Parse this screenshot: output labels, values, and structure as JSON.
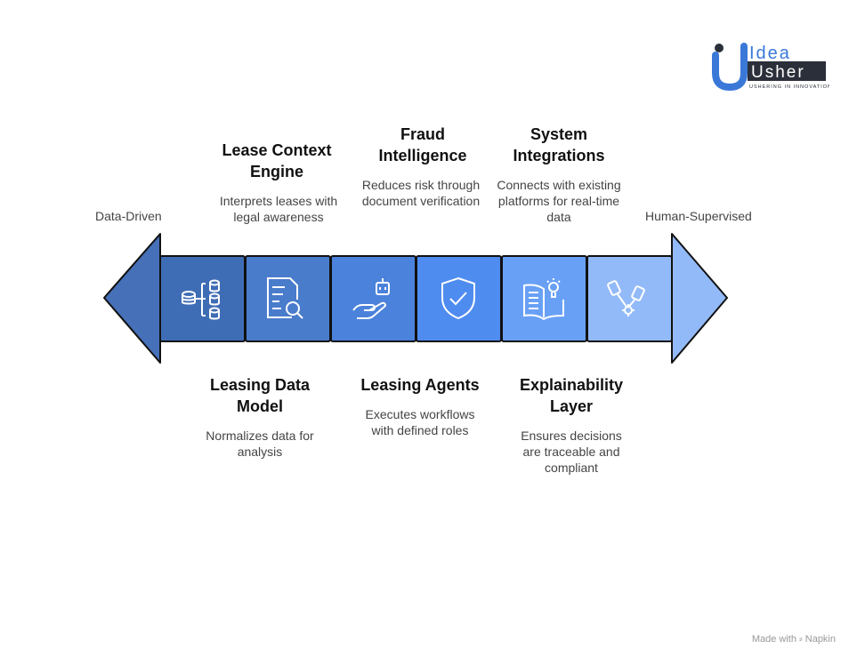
{
  "logo": {
    "brand_top": "Idea",
    "brand_bottom": "Usher",
    "tagline": "USHERING IN INNOVATION"
  },
  "ends": {
    "left": "Data-Driven",
    "right": "Human-Supervised"
  },
  "colors": {
    "left_arrow": "#4670b8",
    "segments": [
      "#3f6db5",
      "#4a7ccc",
      "#4b82db",
      "#4f8cf0",
      "#68a0f5",
      "#93baf8"
    ],
    "right_arrow": "#93baf8"
  },
  "stages": [
    {
      "title": "Leasing Data Model",
      "desc": "Normalizes data for analysis",
      "icon": "database-hierarchy-icon",
      "position": "below"
    },
    {
      "title": "Lease Context Engine",
      "desc": "Interprets leases with legal awareness",
      "icon": "document-search-icon",
      "position": "above"
    },
    {
      "title": "Leasing Agents",
      "desc": "Executes workflows with defined roles",
      "icon": "robot-hand-icon",
      "position": "below"
    },
    {
      "title": "Fraud Intelligence",
      "desc": "Reduces risk through document verification",
      "icon": "shield-check-icon",
      "position": "above"
    },
    {
      "title": "Explainability Layer",
      "desc": "Ensures decisions are traceable and compliant",
      "icon": "book-lightbulb-icon",
      "position": "below"
    },
    {
      "title": "System Integrations",
      "desc": "Connects with existing platforms for real-time data",
      "icon": "plug-connection-icon",
      "position": "above"
    }
  ],
  "footer": "Made with ⸗ Napkin"
}
